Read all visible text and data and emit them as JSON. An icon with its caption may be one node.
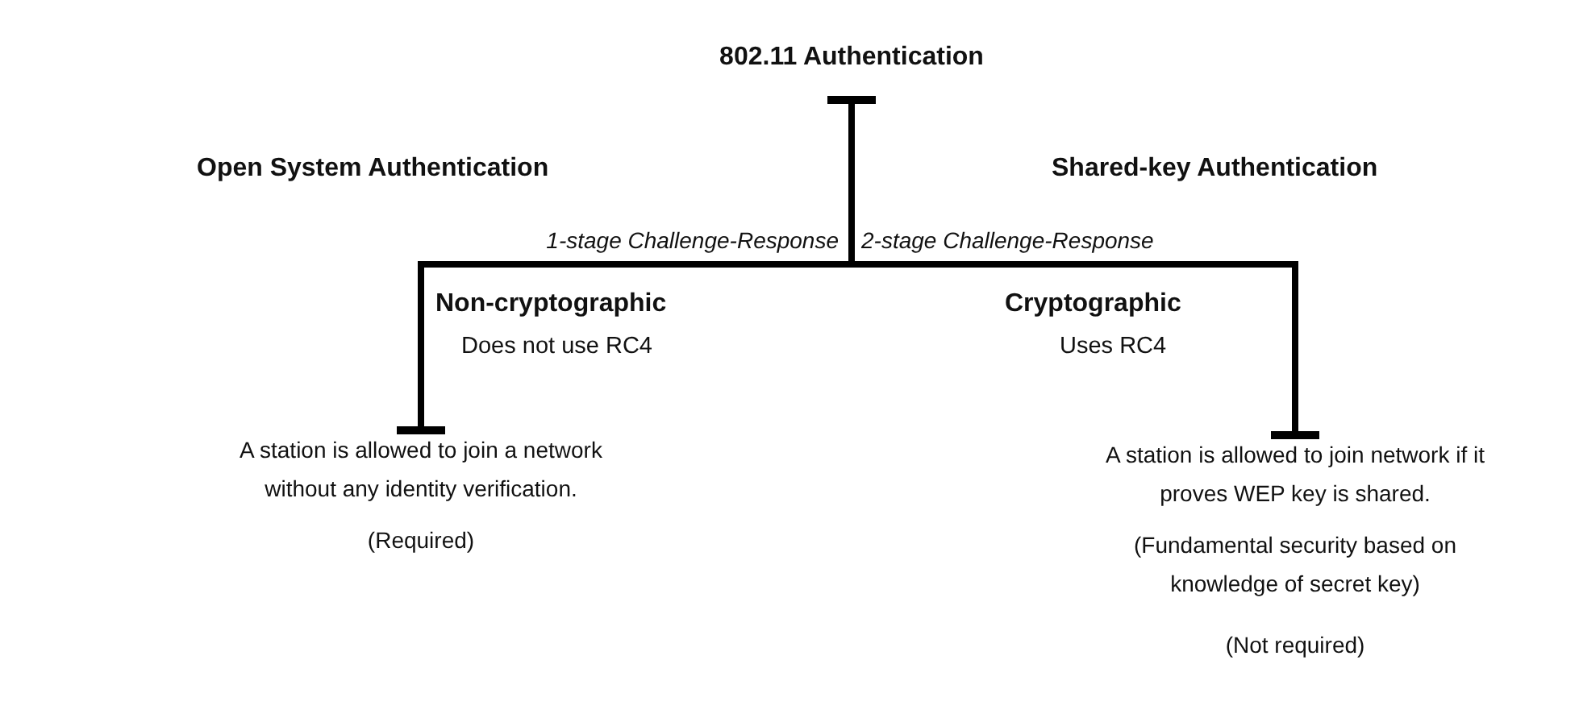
{
  "diagram": {
    "nodes": [
      {
        "text": [
          "802.11 Authentication"
        ]
      },
      {
        "text": [
          "A station is allowed to join a network without any identity verification.",
          "(Required)"
        ]
      },
      {
        "text": [
          "A station is allowed to join network if it proves WEP key is shared.",
          "(Fundamental security based on knowledge of secret key)",
          "(Not required)"
        ]
      }
    ],
    "edges": [
      {
        "from": 0,
        "to": 1,
        "arrow": "other",
        "label": "1-stage Challenge-Response"
      },
      {
        "from": 0,
        "to": 2,
        "arrow": "other",
        "label": "2-stage Challenge-Response"
      }
    ],
    "labels": [
      "Open System Authentication",
      "Shared-key Authentication",
      "Non-cryptographic",
      "Does not use RC4",
      "Cryptographic",
      "Uses RC4"
    ]
  }
}
